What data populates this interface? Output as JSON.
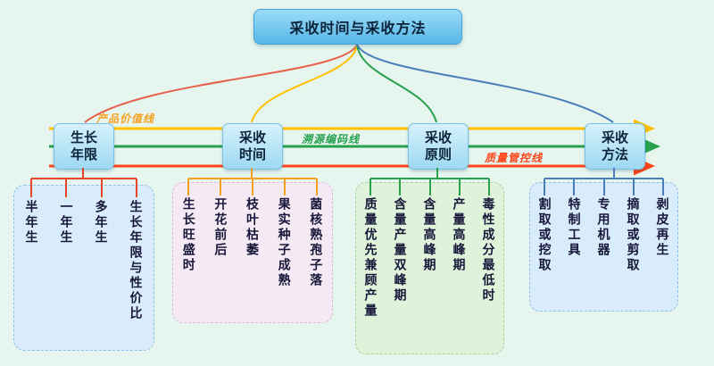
{
  "title": "采收时间与采收方法",
  "axis_lines": [
    {
      "label": "产品价值线",
      "color": "#ffc000"
    },
    {
      "label": "溯源编码线",
      "color": "#27a14e"
    },
    {
      "label": "质量管控线",
      "color": "#ff4419"
    }
  ],
  "branches": [
    {
      "label": "生长\n年限",
      "color": "#e8604c",
      "items": [
        "半年生",
        "一年生",
        "多年生",
        "生长年限与性价比"
      ]
    },
    {
      "label": "采收\n时间",
      "color": "#f5a020",
      "items": [
        "生长旺盛时",
        "开花前后",
        "枝叶枯萎",
        "果实种子成熟",
        "菌核熟孢子落"
      ]
    },
    {
      "label": "采收\n原则",
      "color": "#27a14e",
      "items": [
        "质量优先兼顾产量",
        "含量产量双峰期",
        "含量高峰期",
        "产量高峰期",
        "毒性成分最低时"
      ]
    },
    {
      "label": "采收\n方法",
      "color": "#4a7ebb",
      "items": [
        "割取或挖取",
        "特制工具",
        "专用机器",
        "摘取或剪取",
        "剥皮再生"
      ]
    }
  ]
}
